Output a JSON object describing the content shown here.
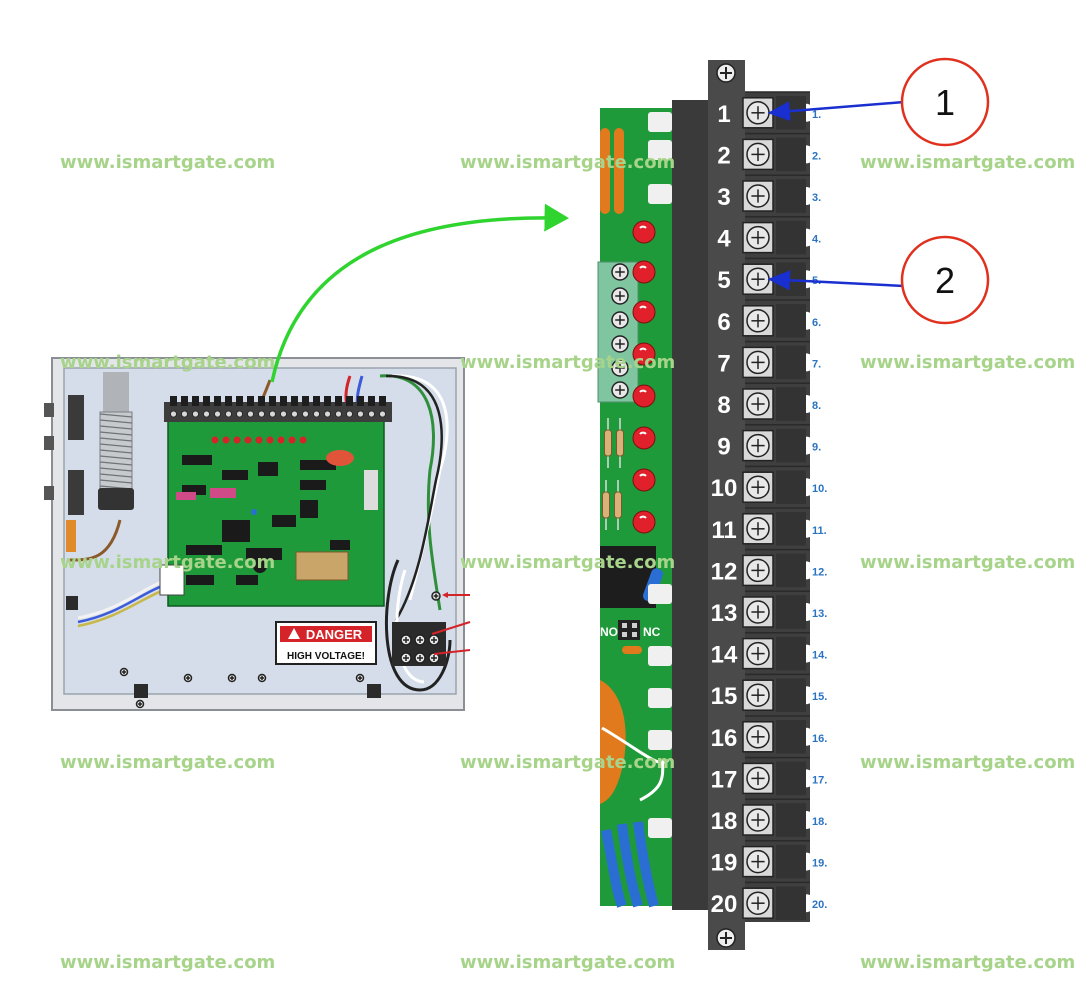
{
  "watermark": "www.ismartgate.com",
  "terminals": [
    "1",
    "2",
    "3",
    "4",
    "5",
    "6",
    "7",
    "8",
    "9",
    "10",
    "11",
    "12",
    "13",
    "14",
    "15",
    "16",
    "17",
    "18",
    "19",
    "20"
  ],
  "side_labels": [
    "1.",
    "2.",
    "3.",
    "4.",
    "5.",
    "6.",
    "7.",
    "8.",
    "9.",
    "10.",
    "11.",
    "12.",
    "13.",
    "14.",
    "15.",
    "16.",
    "17.",
    "18.",
    "19.",
    "20."
  ],
  "callouts": [
    {
      "label": "1",
      "terminal": "1"
    },
    {
      "label": "2",
      "terminal": "5"
    }
  ],
  "jumper_labels": {
    "no": "NO",
    "nc": "NC"
  },
  "danger_sign": {
    "title": "DANGER",
    "subtitle": "HIGH VOLTAGE!"
  },
  "colors": {
    "callout_circle": "#e0301e",
    "pointer_arrow": "#1a2fd0",
    "transfer_arrow": "#2fd42f",
    "pcb_green": "#1f9a3a",
    "terminal_strip": "#4a4a4a",
    "side_label": "#2a73c2",
    "watermark": "#a7d48a"
  }
}
